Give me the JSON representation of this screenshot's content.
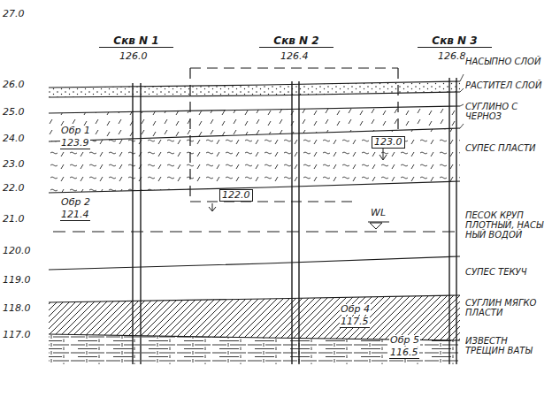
{
  "diagram": {
    "labels": [
      "27.0",
      "26.0",
      "25.0",
      "24.0",
      "23.0",
      "22.0",
      "21.0",
      "120.0",
      "119.0",
      "118.0",
      "117.0",
      "Скв N 1",
      "126.0",
      "Скв N 2",
      "126.4",
      "Скв N 3",
      "126.8",
      "Обр 1",
      "123.9",
      "Обр 2",
      "121.4",
      "123.0",
      "122.0",
      "WL",
      "Обр 4",
      "117.5",
      "Обр 5",
      "116.5",
      "НАСЫПНО СЛОЙ",
      "РАСТИТЕЛ СЛОЙ",
      "СУГЛИНО С ЧЕРНОЗ",
      "СУПЕС ПЛАСТИ",
      "ПЕСОК КРУП ПЛОТНЫЙ, НАСЫ НЫЙ ВОДОЙ",
      "СУПЕС ТЕКУЧ",
      "СУГЛИН МЯГКО ПЛАСТИ",
      "ИЗВЕСТН ТРЕЩИН ВАТЫ"
    ]
  }
}
